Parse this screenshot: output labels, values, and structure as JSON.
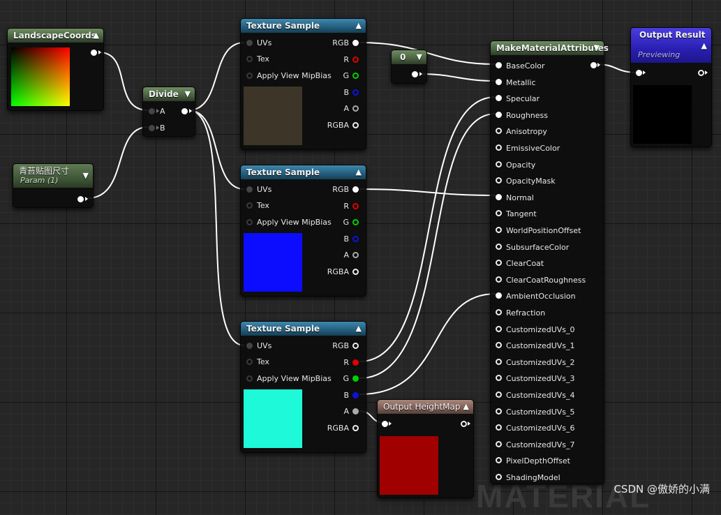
{
  "graph": {
    "background_text": "MATERIAL"
  },
  "nodes": {
    "landscape_coords": {
      "title": "LandscapeCoords"
    },
    "divide": {
      "title": "Divide",
      "pins": [
        "A",
        "B"
      ]
    },
    "param": {
      "title": "青苔贴图尺寸",
      "subtitle": "Param (1)"
    },
    "constant": {
      "title": "0"
    },
    "texture_sample_1": {
      "title": "Texture Sample",
      "inputs": [
        "UVs",
        "Tex",
        "Apply View MipBias"
      ],
      "outputs": [
        "RGB",
        "R",
        "G",
        "B",
        "A",
        "RGBA"
      ],
      "preview_color": "#3d3528"
    },
    "texture_sample_2": {
      "title": "Texture Sample",
      "inputs": [
        "UVs",
        "Tex",
        "Apply View MipBias"
      ],
      "outputs": [
        "RGB",
        "R",
        "G",
        "B",
        "A",
        "RGBA"
      ],
      "preview_color": "#0c0cff"
    },
    "texture_sample_3": {
      "title": "Texture Sample",
      "inputs": [
        "UVs",
        "Tex",
        "Apply View MipBias"
      ],
      "outputs": [
        "RGB",
        "R",
        "G",
        "B",
        "A",
        "RGBA"
      ],
      "preview_color": "#1ef9d9"
    },
    "output_heightmap": {
      "title": "Output HeightMap",
      "preview_color": "#a10000"
    },
    "make_material_attributes": {
      "title": "MakeMaterialAttributes",
      "inputs": [
        "BaseColor",
        "Metallic",
        "Specular",
        "Roughness",
        "Anisotropy",
        "EmissiveColor",
        "Opacity",
        "OpacityMask",
        "Normal",
        "Tangent",
        "WorldPositionOffset",
        "SubsurfaceColor",
        "ClearCoat",
        "ClearCoatRoughness",
        "AmbientOcclusion",
        "Refraction",
        "CustomizedUVs_0",
        "CustomizedUVs_1",
        "CustomizedUVs_2",
        "CustomizedUVs_3",
        "CustomizedUVs_4",
        "CustomizedUVs_5",
        "CustomizedUVs_6",
        "CustomizedUVs_7",
        "PixelDepthOffset",
        "ShadingModel"
      ]
    },
    "output_result": {
      "title": "Output Result",
      "subtitle": "Previewing",
      "preview_color": "#000000"
    }
  },
  "watermark": "CSDN @傲娇的小满"
}
